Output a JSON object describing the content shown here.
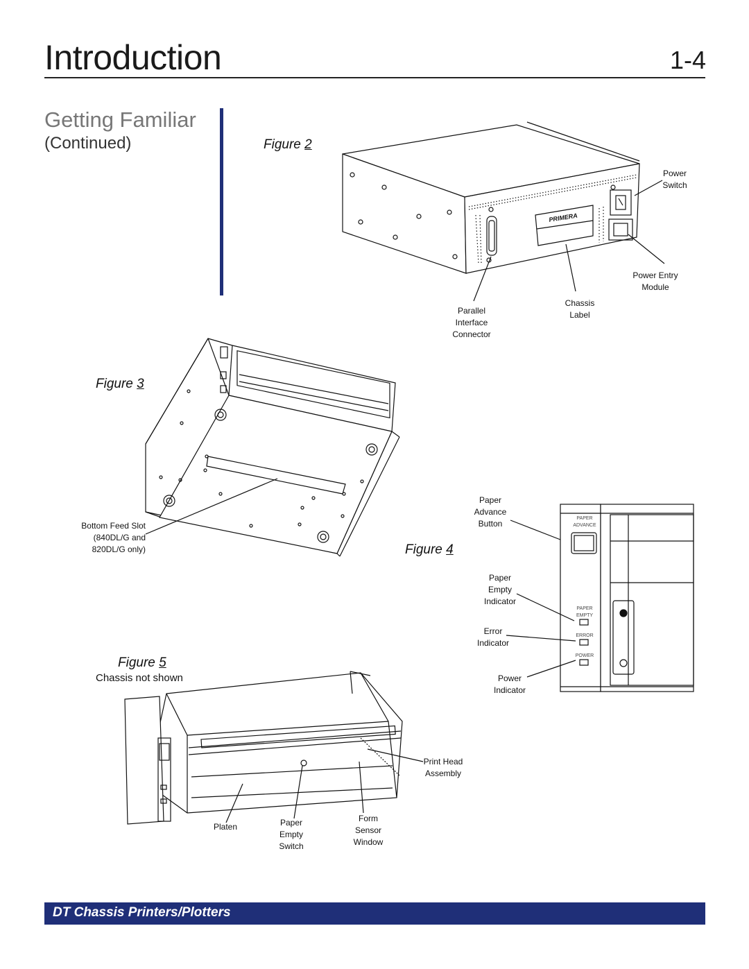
{
  "header": {
    "title": "Introduction",
    "page_number": "1-4"
  },
  "section": {
    "title": "Getting Familiar",
    "subtitle": "(Continued)"
  },
  "figures": {
    "fig2": {
      "word": "Figure",
      "num": "2"
    },
    "fig3": {
      "word": "Figure",
      "num": "3"
    },
    "fig4": {
      "word": "Figure",
      "num": "4"
    },
    "fig5": {
      "word": "Figure",
      "num": "5",
      "note": "Chassis not shown"
    }
  },
  "callouts": {
    "power_switch": "Power\nSwitch",
    "power_entry": "Power Entry\nModule",
    "chassis_label": "Chassis\nLabel",
    "parallel": "Parallel\nInterface\nConnector",
    "bottom_feed": "Bottom Feed Slot\n(840DL/G and\n820DL/G only)",
    "paper_advance": "Paper\nAdvance\nButton",
    "paper_empty_ind": "Paper\nEmpty\nIndicator",
    "error_ind": "Error\nIndicator",
    "power_ind": "Power\nIndicator",
    "print_head": "Print Head\nAssembly",
    "platen": "Platen",
    "paper_empty_sw": "Paper\nEmpty\nSwitch",
    "form_sensor": "Form\nSensor\nWindow"
  },
  "panel": {
    "paper_advance": "PAPER\nADVANCE",
    "paper_empty": "PAPER\nEMPTY",
    "error": "ERROR",
    "power": "POWER"
  },
  "logo_text": "PRIMERA",
  "footer": {
    "text": "DT Chassis Printers/Plotters"
  }
}
